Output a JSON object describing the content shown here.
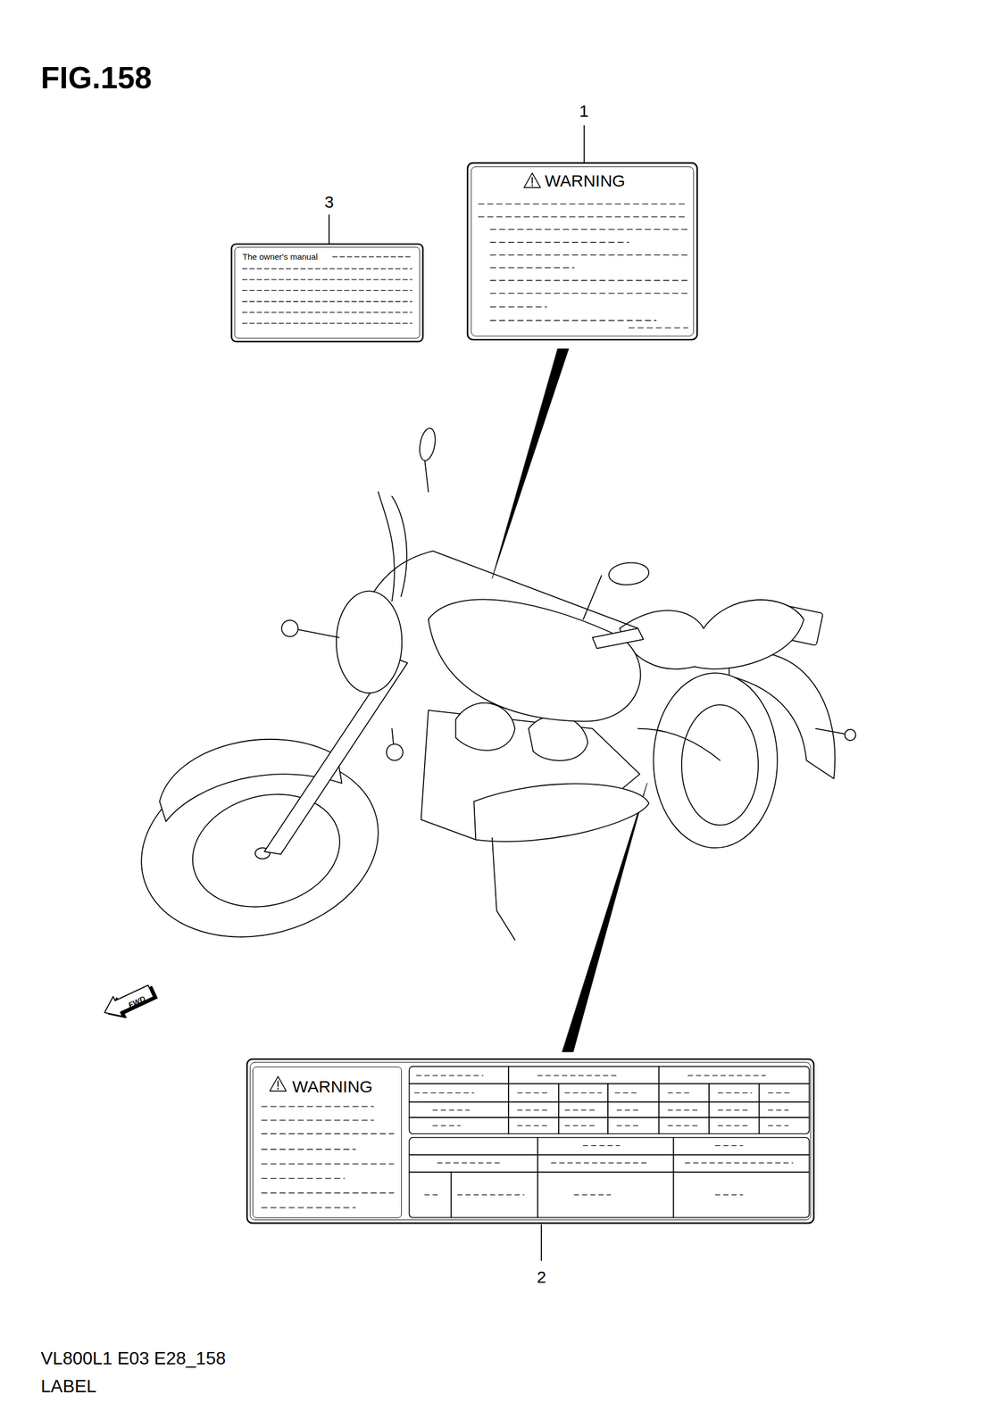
{
  "diagram": {
    "title": "FIG.158",
    "caption": "VL800L1 E03 E28_158",
    "nodes": [
      {
        "text": [
          "The owner's manual"
        ]
      },
      {
        "text": [
          "WARNING"
        ]
      },
      {
        "text": [
          "WARNING"
        ]
      }
    ],
    "labels": [
      "3",
      "1",
      "FWD",
      "2",
      "LABEL"
    ]
  }
}
